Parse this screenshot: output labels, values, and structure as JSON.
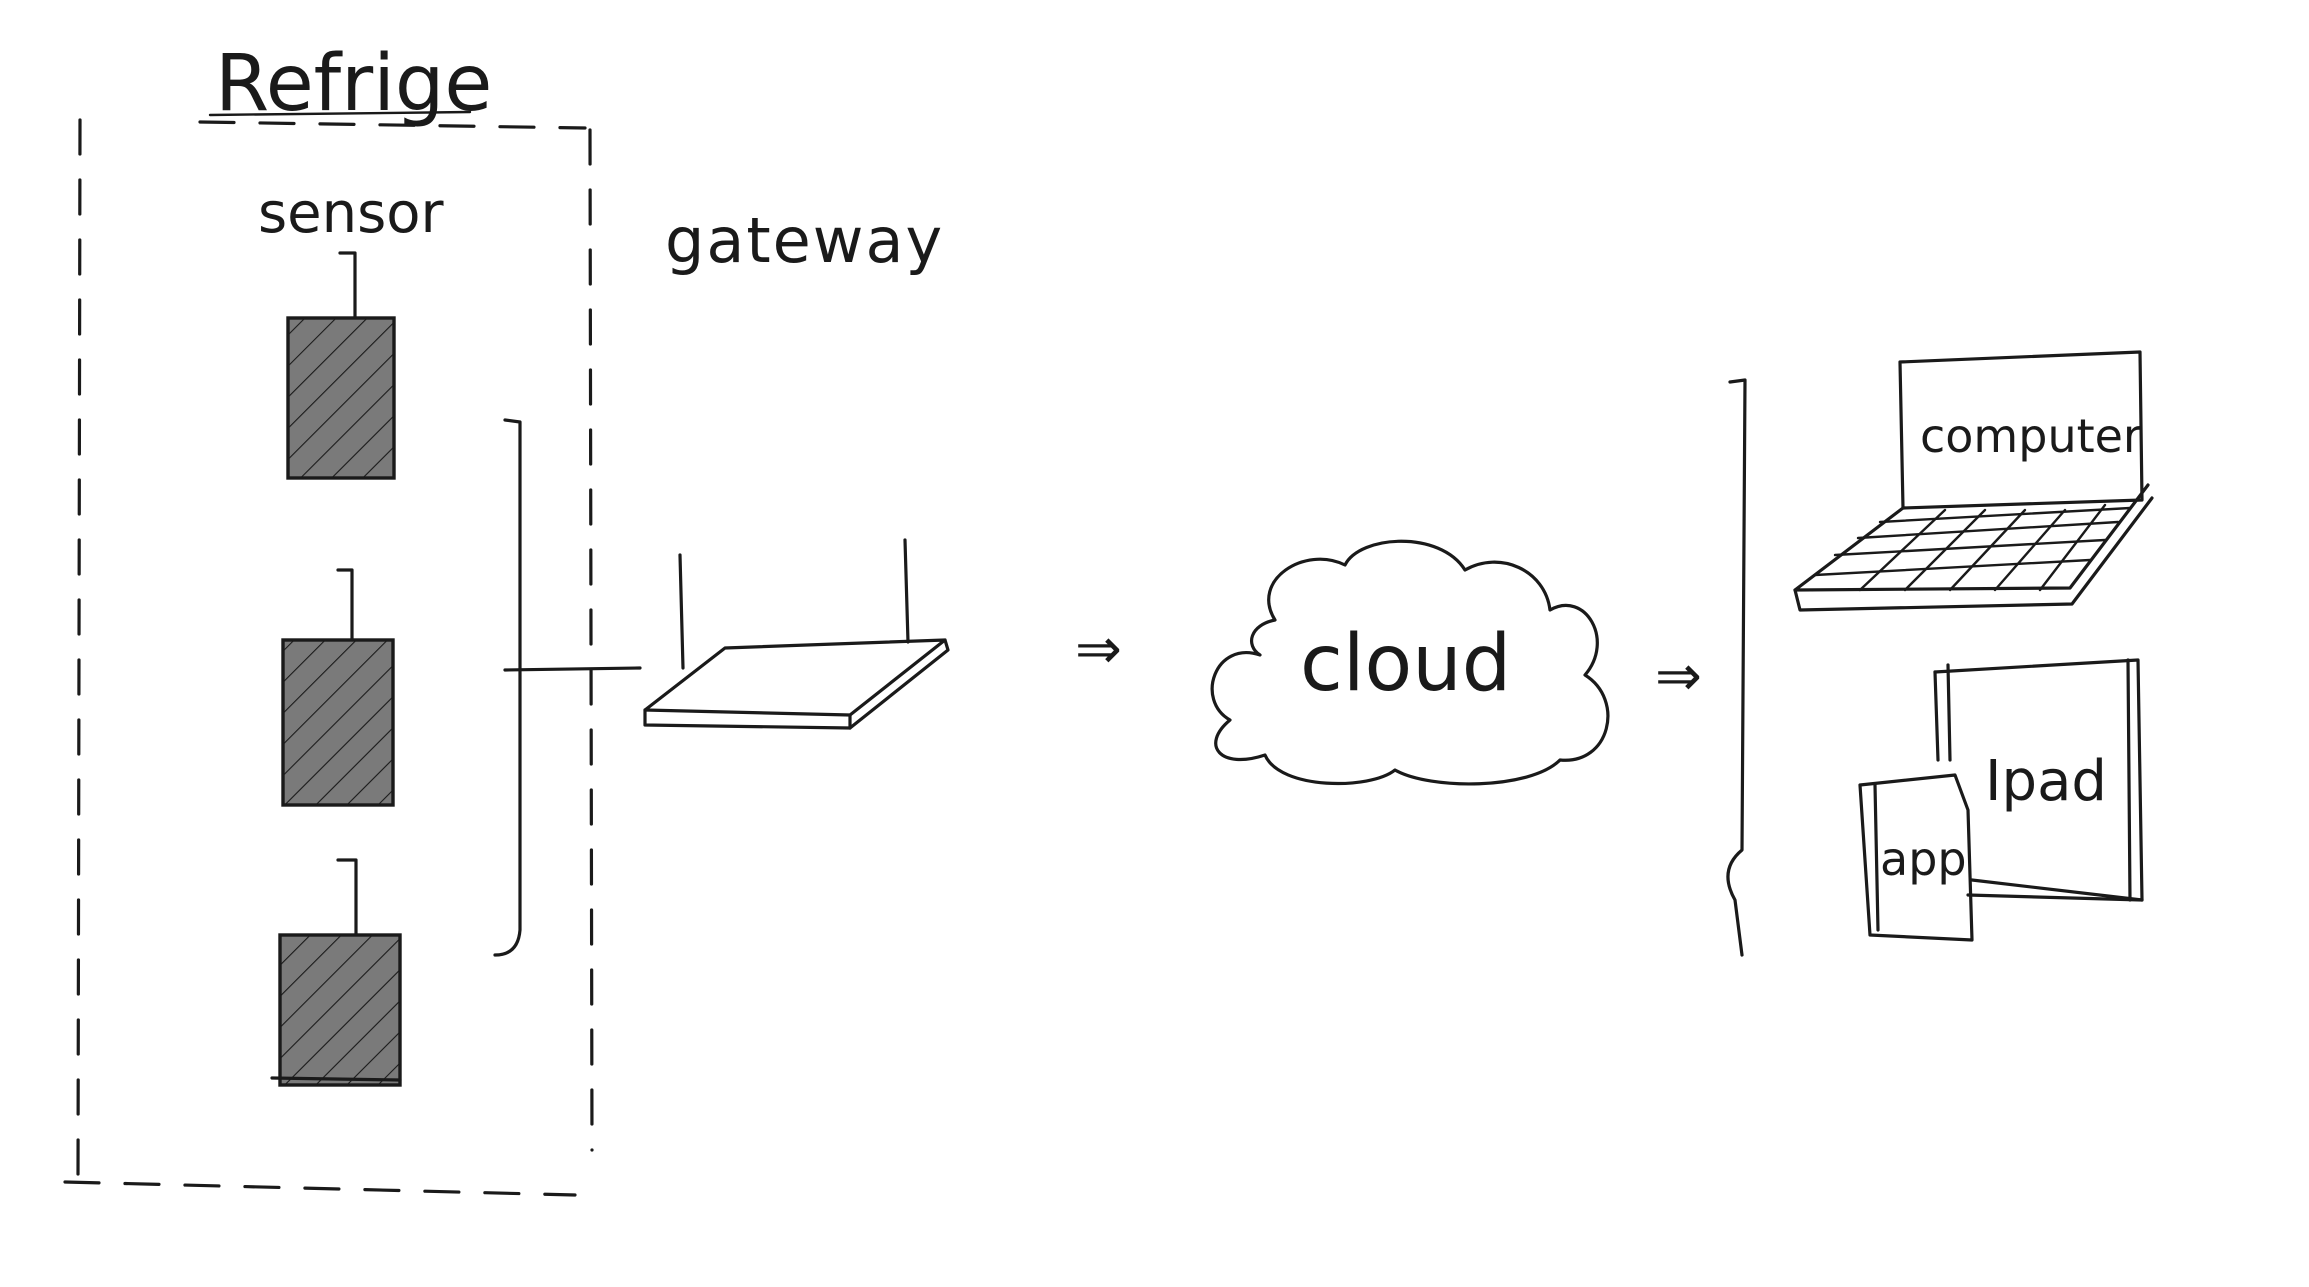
{
  "diagram": {
    "refrigerator_label": "Refrige",
    "sensor_label": "sensor",
    "gateway_label": "gateway",
    "cloud_label": "cloud",
    "computer_label": "computer",
    "ipad_label": "Ipad",
    "app_label": "app",
    "arrow_gateway_to_cloud": "⇒",
    "arrow_cloud_to_devices": "⇒",
    "ink_color": "#1a1a1a",
    "sensor_fill_color": "#7a7a7a"
  }
}
